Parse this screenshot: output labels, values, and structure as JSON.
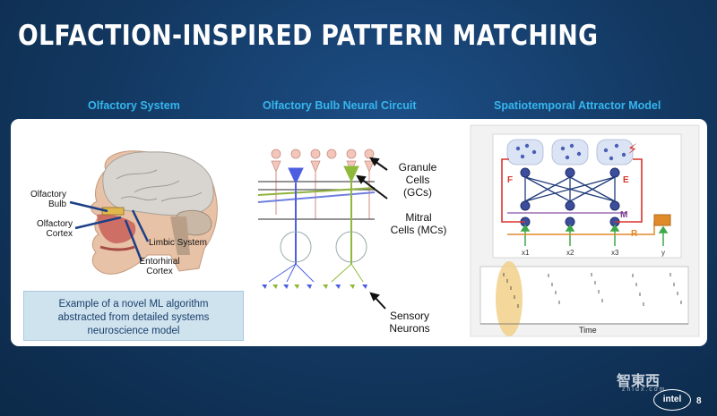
{
  "slide": {
    "title": "OLFACTION-INSPIRED PATTERN MATCHING",
    "page_number": "8",
    "logo_text": "intel",
    "watermark": "智東西",
    "watermark_sub": "zhidx.com"
  },
  "sections": {
    "olfactory_system": "Olfactory System",
    "bulb_circuit": "Olfactory Bulb Neural Circuit",
    "attractor_model": "Spatiotemporal Attractor Model"
  },
  "brain_labels": {
    "bulb": "Olfactory\nBulb",
    "cortex": "Olfactory\nCortex",
    "limbic": "Limbic System",
    "entorhinal": "Entorhinal\nCortex"
  },
  "callout": {
    "line1": "Example of a novel ML algorithm",
    "line2": "abstracted from detailed systems",
    "line3": "neuroscience model"
  },
  "circuit_labels": {
    "granule_1": "Granule",
    "granule_2": "Cells",
    "granule_3": "(GCs)",
    "mitral_1": "Mitral",
    "mitral_2": "Cells (MCs)",
    "sensory_1": "Sensory",
    "sensory_2": "Neurons"
  },
  "model_labels": {
    "F": "F",
    "E": "E",
    "M": "M",
    "R": "R",
    "x1": "x1",
    "x2": "x2",
    "x3": "x3",
    "y": "y",
    "time": "Time"
  },
  "colors": {
    "accent_blue": "#35b6ee",
    "red": "#d9342b",
    "orange": "#e08a2a",
    "green": "#3ea84a",
    "navy": "#1f3a7a",
    "purple": "#7a3f8f",
    "highlight": "#f1d08a"
  }
}
